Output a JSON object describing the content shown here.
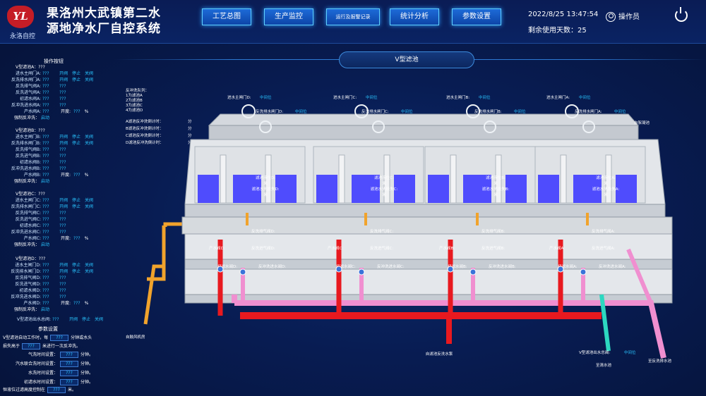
{
  "header": {
    "logo_text": "永洛自控",
    "logo_mark": "YL",
    "title_line1": "果洛州大武镇第二水",
    "title_line2": "源地净水厂自控系统",
    "nav": [
      {
        "label": "工艺总图"
      },
      {
        "label": "生产监控"
      },
      {
        "label": "运行及报警记录"
      },
      {
        "label": "统计分析"
      },
      {
        "label": "参数设置"
      }
    ],
    "datetime": "2022/8/25  13:47:54",
    "remaining_days_label": "剩余使用天数：25",
    "user_label": "操作员"
  },
  "left_panel": {
    "ops_title": "操作按钮",
    "groups": [
      {
        "title": "V型滤池A：???",
        "rows": [
          {
            "label": "进水主闸门A:",
            "value": "???",
            "b1": "开阀",
            "b2": "停止",
            "b3": "关阀"
          },
          {
            "label": "反洗排水闸门A:",
            "value": "???",
            "b1": "开阀",
            "b2": "停止",
            "b3": "关阀"
          },
          {
            "label": "反洗排气阀A:",
            "value": "???",
            "b1": "???"
          },
          {
            "label": "反洗进气阀A:",
            "value": "???",
            "b1": "???"
          },
          {
            "label": "初滤水阀A:",
            "value": "???",
            "b1": "???"
          },
          {
            "label": "反冲洗进水阀A:",
            "value": "???",
            "b1": "???"
          },
          {
            "label": "产水阀A:",
            "value": "???",
            "open": "开度:",
            "ov": "???",
            "pct": "%"
          }
        ],
        "force_label": "强制反冲洗：",
        "force_state": "启动"
      },
      {
        "title": "V型滤池B：???",
        "rows": [
          {
            "label": "进水主闸门B:",
            "value": "???",
            "b1": "开阀",
            "b2": "停止",
            "b3": "关阀"
          },
          {
            "label": "反洗排水闸门B:",
            "value": "???",
            "b1": "开阀",
            "b2": "停止",
            "b3": "关阀"
          },
          {
            "label": "反洗排气阀B:",
            "value": "???",
            "b1": "???"
          },
          {
            "label": "反洗进气阀B:",
            "value": "???",
            "b1": "???"
          },
          {
            "label": "初滤水阀B:",
            "value": "???",
            "b1": "???"
          },
          {
            "label": "反冲洗进水阀B:",
            "value": "???",
            "b1": "???"
          },
          {
            "label": "产水阀B:",
            "value": "???",
            "open": "开度:",
            "ov": "???",
            "pct": "%"
          }
        ],
        "force_label": "强制反冲洗：",
        "force_state": "启动"
      },
      {
        "title": "V型滤池C：???",
        "rows": [
          {
            "label": "进水主闸门C:",
            "value": "???",
            "b1": "开阀",
            "b2": "停止",
            "b3": "关阀"
          },
          {
            "label": "反洗排水闸门C:",
            "value": "???",
            "b1": "开阀",
            "b2": "停止",
            "b3": "关阀"
          },
          {
            "label": "反洗排气阀C:",
            "value": "???",
            "b1": "???"
          },
          {
            "label": "反洗进气阀C:",
            "value": "???",
            "b1": "???"
          },
          {
            "label": "初滤水阀C:",
            "value": "???",
            "b1": "???"
          },
          {
            "label": "反冲洗进水阀C:",
            "value": "???",
            "b1": "???"
          },
          {
            "label": "产水阀C:",
            "value": "???",
            "open": "开度:",
            "ov": "???",
            "pct": "%"
          }
        ],
        "force_label": "强制反冲洗：",
        "force_state": "启动"
      },
      {
        "title": "V型滤池D：???",
        "rows": [
          {
            "label": "进水主闸门D:",
            "value": "???",
            "b1": "开阀",
            "b2": "停止",
            "b3": "关阀"
          },
          {
            "label": "反洗排水闸门D:",
            "value": "???",
            "b1": "开阀",
            "b2": "停止",
            "b3": "关阀"
          },
          {
            "label": "反洗排气阀D:",
            "value": "???",
            "b1": "???"
          },
          {
            "label": "反洗进气阀D:",
            "value": "???",
            "b1": "???"
          },
          {
            "label": "初滤水阀D:",
            "value": "???",
            "b1": "???"
          },
          {
            "label": "反冲洗进水阀D:",
            "value": "???",
            "b1": "???"
          },
          {
            "label": "产水阀D:",
            "value": "???",
            "open": "开度:",
            "ov": "???",
            "pct": "%"
          }
        ],
        "force_label": "强制反冲洗：",
        "force_state": "启动"
      }
    ],
    "total_outlet": {
      "label": "V型滤池出水总阀:",
      "value": "???",
      "b1": "开阀",
      "b2": "停止",
      "b3": "关阀"
    },
    "params": {
      "title": "参数设置",
      "auto_line_a": "V型滤池自动工作时，每",
      "auto_line_b": "分钟或水头",
      "loss_line_a": "损失高于",
      "loss_line_b": "米进行一次反冲洗。",
      "rows": [
        {
          "label": "气洗时间设置：",
          "value": "???",
          "unit": "分钟。"
        },
        {
          "label": "汽水联合洗时间设置：",
          "value": "???",
          "unit": "分钟。"
        },
        {
          "label": "水洗时间设置：",
          "value": "???",
          "unit": "分钟。"
        },
        {
          "label": "初滤水时间设置：",
          "value": "???",
          "unit": "分钟。"
        }
      ],
      "level_label": "恒液位过滤高度控制在",
      "level_value": "???",
      "level_unit": "米。",
      "box_value": "???"
    }
  },
  "pane_title": "V型滤池",
  "info_block": {
    "lines": [
      "反冲洗队列：",
      "1为滤池A",
      "2为滤池B",
      "3为滤池C",
      "4为滤池D"
    ],
    "timers": [
      {
        "label": "A滤池反冲洗倒计时：",
        "unit": "分"
      },
      {
        "label": "B滤池反冲洗倒计时：",
        "unit": "分"
      },
      {
        "label": "C滤池反冲洗倒计时：",
        "unit": "分"
      },
      {
        "label": "D滤池反冲洗倒计时：",
        "unit": "分"
      }
    ]
  },
  "tanks": [
    {
      "gate_in": "进水主闸门D:",
      "gate_in_state": "中间位",
      "drain": "反洗排水闸门D:",
      "drain_state": "中间位",
      "level": "滤池液位D:",
      "loss": "滤池水头损失D:",
      "unit": "米",
      "air_out": "反洗排气阀D:",
      "air_in": "反洗进气阀D:",
      "first": "初滤水阀D:",
      "back": "反冲洗进水阀D:",
      "prod": "产水阀D:"
    },
    {
      "gate_in": "进水主闸门C:",
      "gate_in_state": "中间位",
      "drain": "反洗排水闸门C:",
      "drain_state": "中间位",
      "level": "滤池液位C:",
      "loss": "滤池水头损失C:",
      "unit": "米",
      "air_out": "反洗排气阀C:",
      "air_in": "反洗进气阀C:",
      "first": "初滤水阀C:",
      "back": "反冲洗进水阀C:",
      "prod": "产水阀C:"
    },
    {
      "gate_in": "进水主闸门B:",
      "gate_in_state": "中间位",
      "drain": "反洗排水闸门B:",
      "drain_state": "中间位",
      "level": "滤池液位B:",
      "loss": "滤池水头损失B:",
      "unit": "米",
      "air_out": "反洗排气阀B:",
      "air_in": "反洗进气阀B:",
      "first": "初滤水阀B:",
      "back": "反冲洗进水阀B:",
      "prod": "产水阀B:"
    },
    {
      "gate_in": "进水主闸门A:",
      "gate_in_state": "中间位",
      "drain": "反洗排水闸门A:",
      "drain_state": "中间位",
      "level": "滤池液位A:",
      "loss": "滤池水头损失A:",
      "unit": "米",
      "air_out": "反洗排气阀A:",
      "air_in": "反洗进气阀A:",
      "first": "初滤水阀A:",
      "back": "反冲洗进水阀A:",
      "prod": "产水阀A:"
    }
  ],
  "scene_labels": {
    "settling": "自絮凝池",
    "blower": "自鼓风机房",
    "backwash_pump": "自滤池反洗水泵",
    "outlet_valve": "V型滤池出水总阀:",
    "outlet_state": "中间位",
    "to_clear": "至清水池",
    "to_drain": "至反洗排水池"
  },
  "colors": {
    "accent": "#28c4ff",
    "pipe_red": "#e8191f",
    "pipe_orange": "#f1a32c",
    "pipe_pink": "#f08fd0",
    "pipe_teal": "#2cd8c0",
    "water_blue": "#3f3cff"
  }
}
